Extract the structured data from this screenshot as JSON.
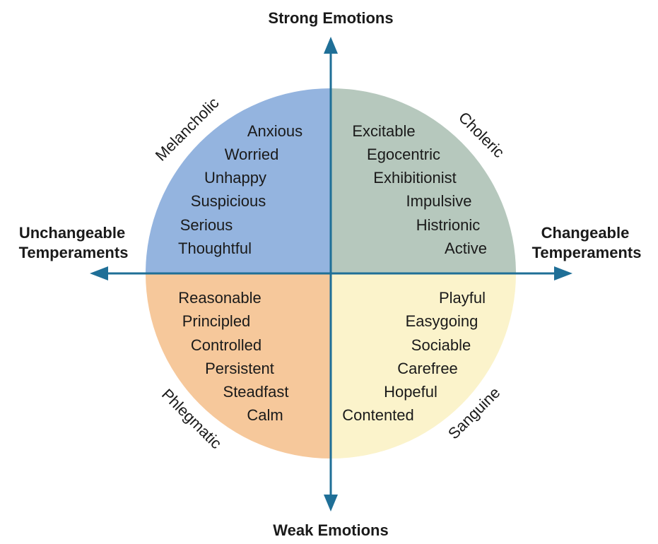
{
  "axes": {
    "top": "Strong Emotions",
    "bottom": "Weak Emotions",
    "left": {
      "line1": "Unchangeable",
      "line2": "Temperaments"
    },
    "right": {
      "line1": "Changeable",
      "line2": "Temperaments"
    }
  },
  "colors": {
    "melancholic": "#94b4df",
    "choleric": "#b6c8bd",
    "phlegmatic": "#f6c89b",
    "sanguine": "#fbf3cb",
    "axis": "#1f6f97"
  },
  "quadrants": {
    "melancholic": {
      "name": "Melancholic",
      "traits": [
        "Anxious",
        "Worried",
        "Unhappy",
        "Suspicious",
        "Serious",
        "Thoughtful"
      ]
    },
    "choleric": {
      "name": "Choleric",
      "traits": [
        "Excitable",
        "Egocentric",
        "Exhibitionist",
        "Impulsive",
        "Histrionic",
        "Active"
      ]
    },
    "phlegmatic": {
      "name": "Phlegmatic",
      "traits": [
        "Reasonable",
        "Principled",
        "Controlled",
        "Persistent",
        "Steadfast",
        "Calm"
      ]
    },
    "sanguine": {
      "name": "Sanguine",
      "traits": [
        "Playful",
        "Easygoing",
        "Sociable",
        "Carefree",
        "Hopeful",
        "Contented"
      ]
    }
  }
}
